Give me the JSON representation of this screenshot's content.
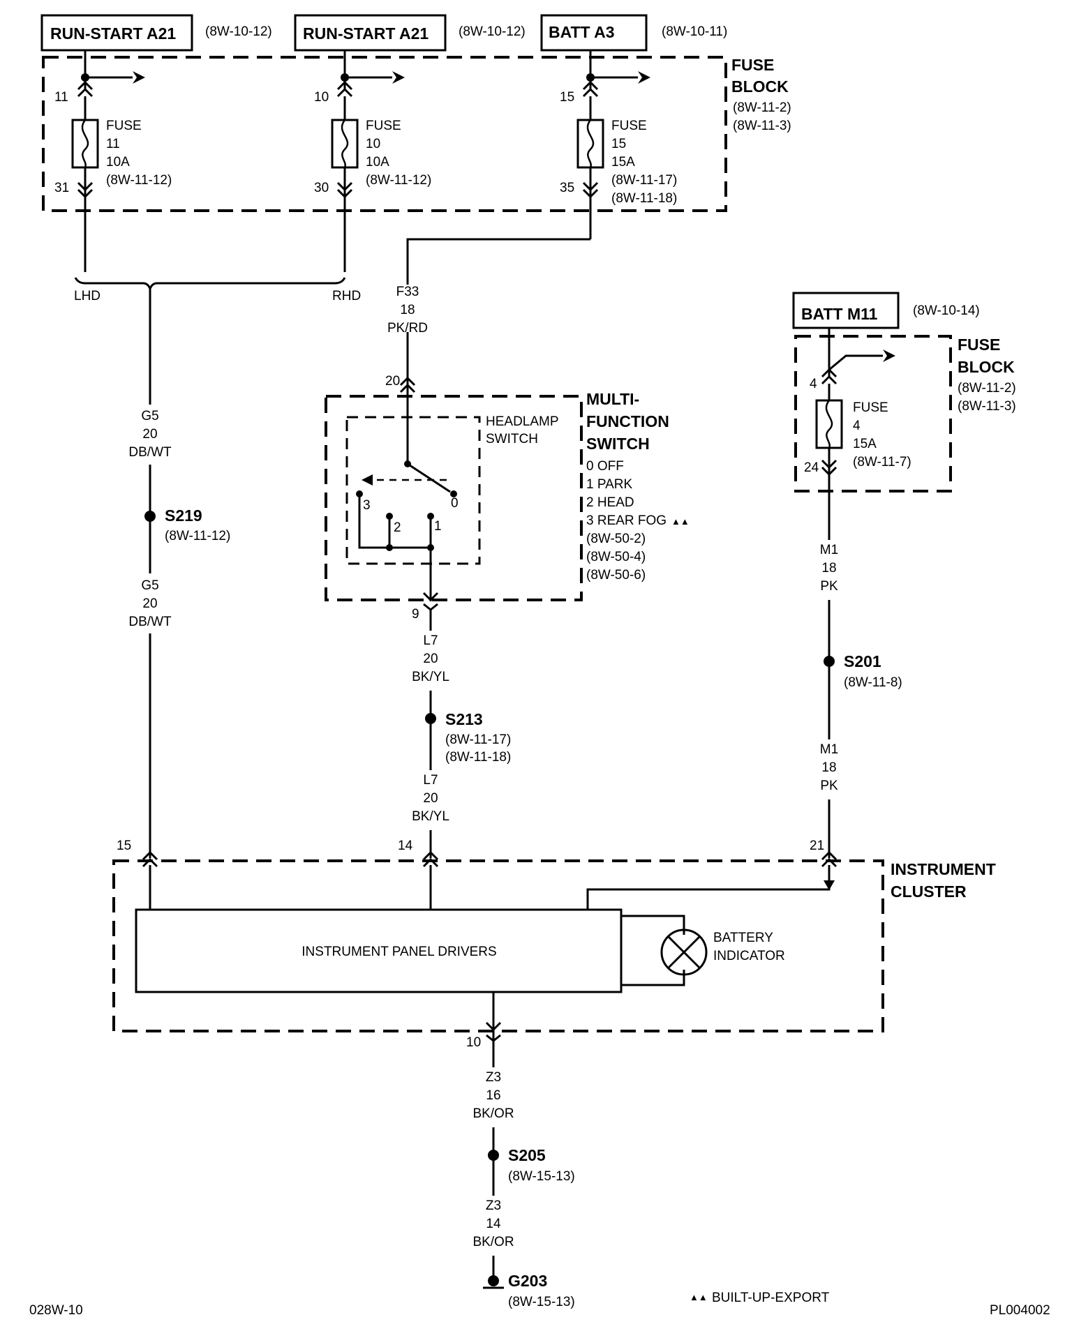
{
  "sources": [
    {
      "name": "RUN-START A21",
      "ref": "(8W-10-12)"
    },
    {
      "name": "RUN-START A21",
      "ref": "(8W-10-12)"
    },
    {
      "name": "BATT A3",
      "ref": "(8W-10-11)"
    },
    {
      "name": "BATT M11",
      "ref": "(8W-10-14)"
    }
  ],
  "fuse_block_top": {
    "title1": "FUSE",
    "title2": "BLOCK",
    "ref1": "(8W-11-2)",
    "ref2": "(8W-11-3)"
  },
  "fuse_block_right": {
    "title1": "FUSE",
    "title2": "BLOCK",
    "ref1": "(8W-11-2)",
    "ref2": "(8W-11-3)"
  },
  "fuses": [
    {
      "pin_in": "11",
      "pin_out": "31",
      "label": "FUSE",
      "number": "11",
      "rating": "10A",
      "ref1": "(8W-11-12)",
      "ref2": ""
    },
    {
      "pin_in": "10",
      "pin_out": "30",
      "label": "FUSE",
      "number": "10",
      "rating": "10A",
      "ref1": "(8W-11-12)",
      "ref2": ""
    },
    {
      "pin_in": "15",
      "pin_out": "35",
      "label": "FUSE",
      "number": "15",
      "rating": "15A",
      "ref1": "(8W-11-17)",
      "ref2": "(8W-11-18)"
    },
    {
      "pin_in": "4",
      "pin_out": "24",
      "label": "FUSE",
      "number": "4",
      "rating": "15A",
      "ref1": "(8W-11-7)",
      "ref2": ""
    }
  ],
  "drive_labels": {
    "lhd": "LHD",
    "rhd": "RHD"
  },
  "wires": {
    "f33": {
      "circuit": "F33",
      "gauge": "18",
      "color": "PK/RD"
    },
    "g5_upper": {
      "circuit": "G5",
      "gauge": "20",
      "color": "DB/WT"
    },
    "g5_lower": {
      "circuit": "G5",
      "gauge": "20",
      "color": "DB/WT"
    },
    "l7_upper": {
      "circuit": "L7",
      "gauge": "20",
      "color": "BK/YL"
    },
    "l7_lower": {
      "circuit": "L7",
      "gauge": "20",
      "color": "BK/YL"
    },
    "m1_upper": {
      "circuit": "M1",
      "gauge": "18",
      "color": "PK"
    },
    "m1_lower": {
      "circuit": "M1",
      "gauge": "18",
      "color": "PK"
    },
    "z3_upper": {
      "circuit": "Z3",
      "gauge": "16",
      "color": "BK/OR"
    },
    "z3_lower": {
      "circuit": "Z3",
      "gauge": "14",
      "color": "BK/OR"
    }
  },
  "splices": [
    {
      "id": "S219",
      "ref1": "(8W-11-12)",
      "ref2": ""
    },
    {
      "id": "S213",
      "ref1": "(8W-11-17)",
      "ref2": "(8W-11-18)"
    },
    {
      "id": "S201",
      "ref1": "(8W-11-8)",
      "ref2": ""
    },
    {
      "id": "S205",
      "ref1": "(8W-15-13)",
      "ref2": ""
    }
  ],
  "ground": {
    "id": "G203",
    "ref": "(8W-15-13)"
  },
  "mfs": {
    "title1": "MULTI-",
    "title2": "FUNCTION",
    "title3": "SWITCH",
    "inner1": "HEADLAMP",
    "inner2": "SWITCH",
    "positions": [
      "0 OFF",
      "1 PARK",
      "2 HEAD",
      "3 REAR FOG"
    ],
    "export_mark": "▲▲",
    "refs": [
      "(8W-50-2)",
      "(8W-50-4)",
      "(8W-50-6)"
    ],
    "pin_in": "20",
    "pin_out": "9",
    "contacts": [
      "0",
      "1",
      "2",
      "3"
    ]
  },
  "cluster": {
    "title1": "INSTRUMENT",
    "title2": "CLUSTER",
    "drivers": "INSTRUMENT PANEL DRIVERS",
    "indicator1": "BATTERY",
    "indicator2": "INDICATOR",
    "pins": {
      "g5": "15",
      "l7": "14",
      "m1": "21",
      "z3": "10"
    }
  },
  "footer": {
    "left": "028W-10",
    "legend": "BUILT-UP-EXPORT",
    "legend_mark": "▲▲",
    "right": "PL004002"
  }
}
